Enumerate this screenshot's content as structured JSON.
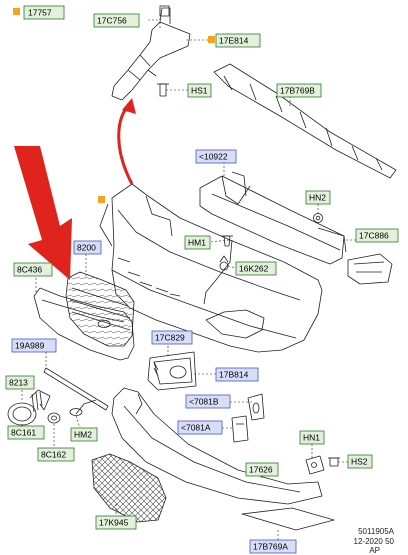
{
  "colors": {
    "label_green_bg": "#e3f1dc",
    "label_green_border": "#2c7a2c",
    "label_blue_bg": "#d9def8",
    "label_blue_border": "#4656c8",
    "square_orange": "#f7a21c",
    "arrow_red": "#e0231c",
    "line": "#222222"
  },
  "labels": {
    "p17757": "17757",
    "p17C756": "17C756",
    "p17E814": "17E814",
    "pHS1": "HS1",
    "p17B769B": "17B769B",
    "p10922": "<10922",
    "pHN2": "HN2",
    "p17C886": "17C886",
    "p8200": "8200",
    "p8C436": "8C436",
    "pHM1": "HM1",
    "p16K262": "16K262",
    "p19A989": "19A989",
    "p17C829": "17C829",
    "p17B814": "17B814",
    "p8213": "8213",
    "p7081B": "<7081B",
    "p7081A": "<7081A",
    "p8C161": "8C161",
    "pHM2": "HM2",
    "pHN1": "HN1",
    "pHS2": "HS2",
    "p8C162": "8C162",
    "p17626": "17626",
    "p17K945": "17K945",
    "p17B769A": "17B769A"
  },
  "footer": {
    "line1": "5011905A",
    "line2": "12-2020 50",
    "line3": "AP"
  }
}
